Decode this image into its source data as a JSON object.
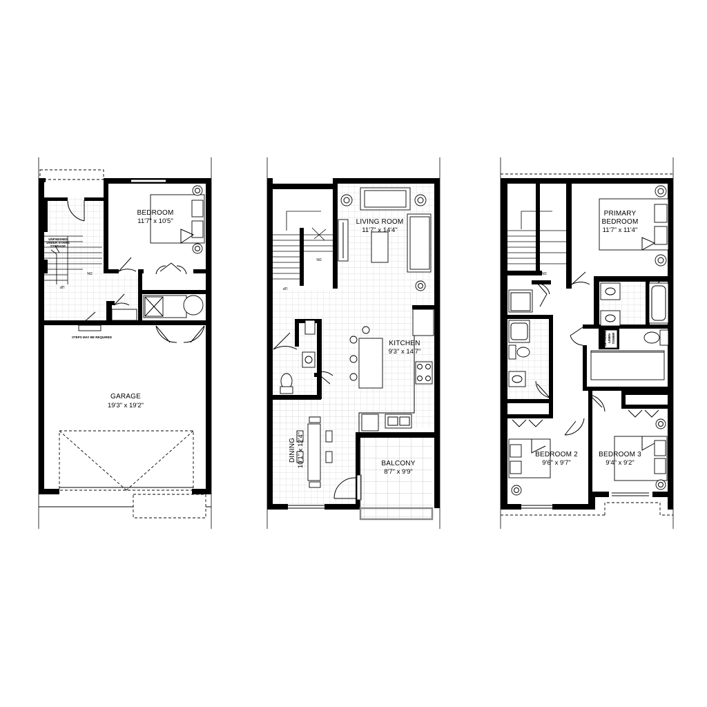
{
  "floors": [
    {
      "rooms": [
        {
          "name": "BEDROOM",
          "dims": "11'7\" x 10'5\""
        },
        {
          "name": "GARAGE",
          "dims": "19'3\" x 19'2\""
        }
      ],
      "notes": {
        "storage_line1": "UNFINISHED",
        "storage_line2": "UNDER STAIRS",
        "storage_line3": "STORAGE",
        "steps": "STEPS MAY BE REQUIRED",
        "up": "UP",
        "dn": "DN"
      }
    },
    {
      "rooms": [
        {
          "name": "LIVING ROOM",
          "dims": "11'7\" x 14'4\""
        },
        {
          "name": "KITCHEN",
          "dims": "9'3\" x 14'7\""
        },
        {
          "name": "DINING",
          "dims": "10'1\" x 12'4\""
        },
        {
          "name": "BALCONY",
          "dims": "8'7\" x 9'9\""
        }
      ],
      "notes": {
        "up": "UP",
        "dn": "DN"
      }
    },
    {
      "rooms": [
        {
          "name_line1": "PRIMARY",
          "name_line2": "BEDROOM",
          "dims": "11'7\" x 11'4\""
        },
        {
          "name": "BEDROOM 2",
          "dims": "9'6\" x 9'7\""
        },
        {
          "name": "BEDROOM 3",
          "dims": "9'4\" x 9'2\""
        }
      ],
      "notes": {
        "linen_line1": "OPTIONAL",
        "linen_line2": "LINEN",
        "linen_line3": "TOWER",
        "dn": "DN"
      }
    }
  ]
}
